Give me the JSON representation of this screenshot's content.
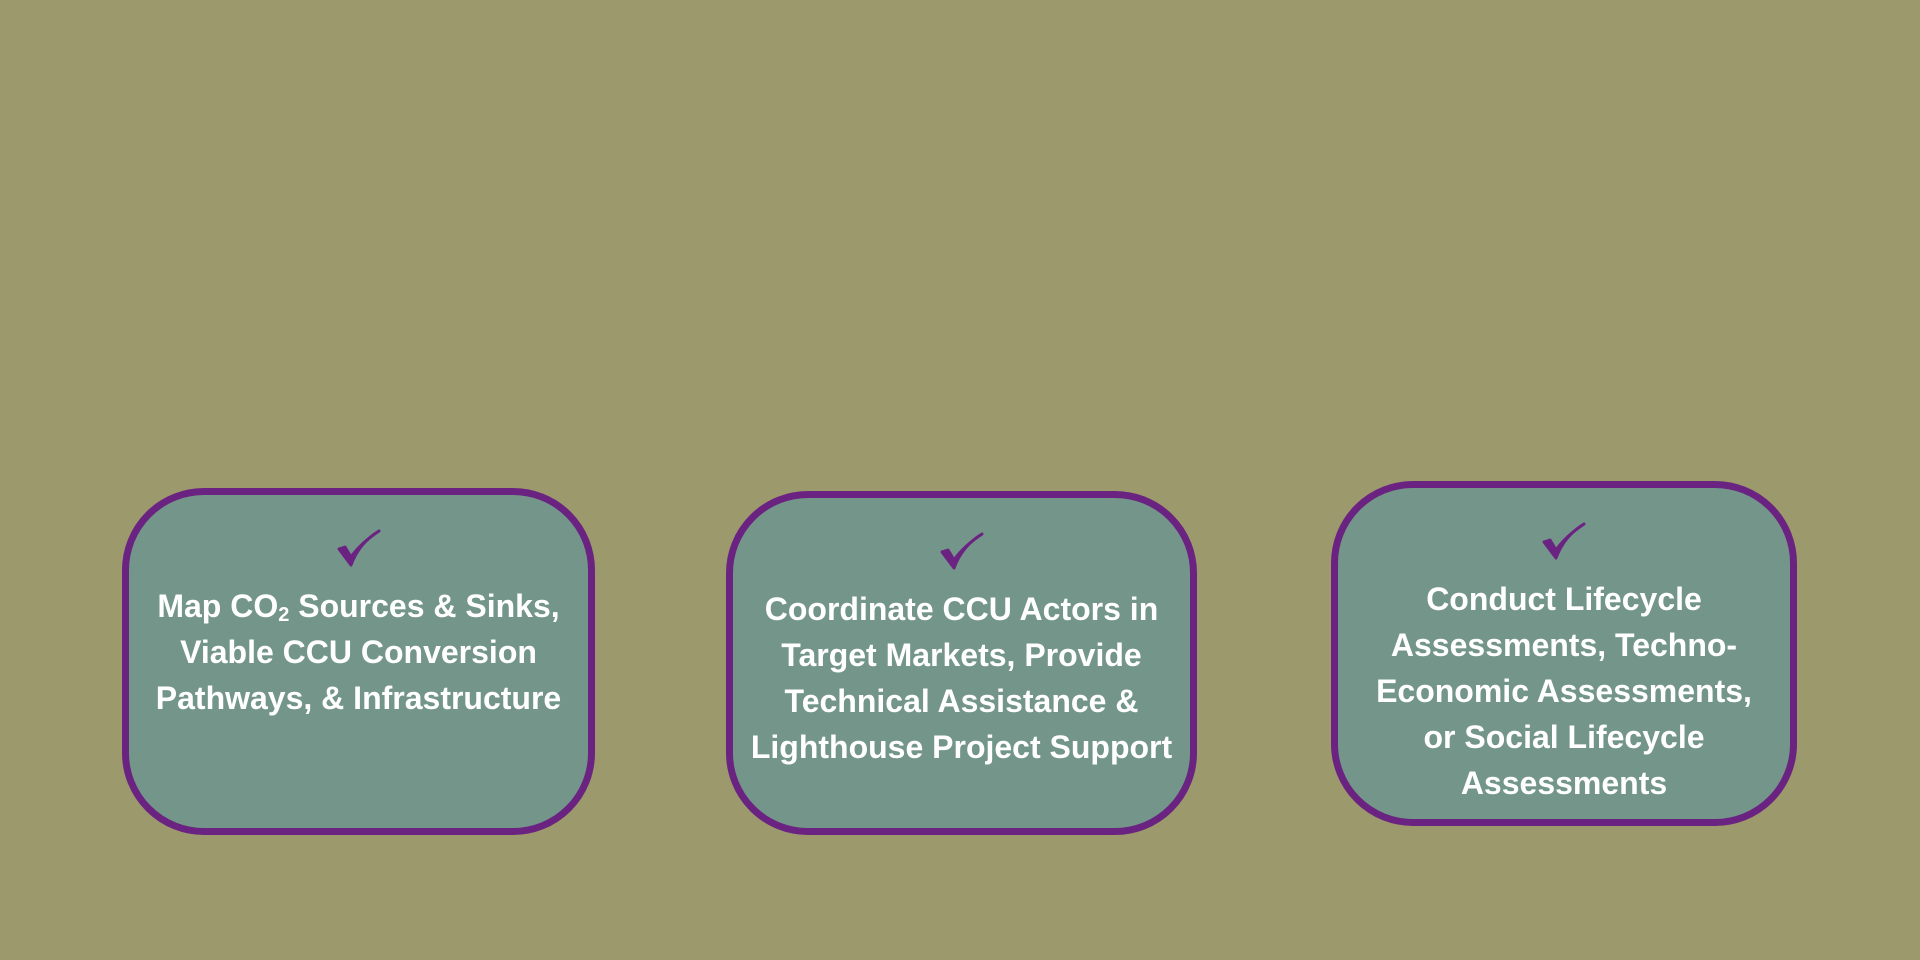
{
  "colors": {
    "background": "#9c9a6c",
    "card_fill": "#74968a",
    "card_border": "#6b2381",
    "check": "#6b2381",
    "text": "#ffffff"
  },
  "cards": [
    {
      "icon": "check-icon",
      "lines": [
        "Map CO",
        "2",
        " Sources & Sinks,",
        "Viable CCU Conversion",
        "Pathways, & Infrastructure"
      ]
    },
    {
      "icon": "check-icon",
      "lines": [
        "Coordinate CCU Actors in",
        "Target Markets, Provide",
        "Technical Assistance &",
        "Lighthouse Project Support"
      ]
    },
    {
      "icon": "check-icon",
      "lines": [
        "Conduct Lifecycle",
        "Assessments, Techno-",
        "Economic Assessments,",
        "or Social Lifecycle",
        "Assessments"
      ]
    }
  ]
}
